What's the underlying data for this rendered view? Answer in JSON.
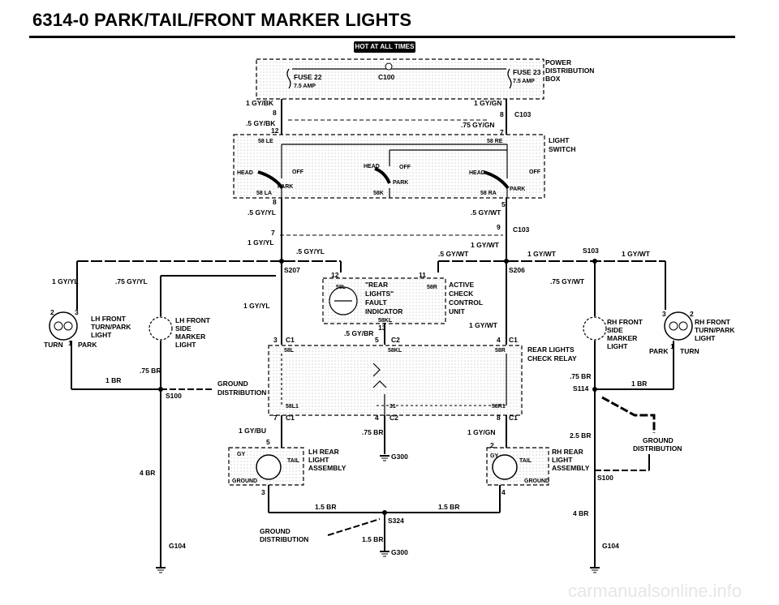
{
  "title": "6314-0   PARK/TAIL/FRONT MARKER LIGHTS",
  "hot_label": "HOT AT ALL TIMES",
  "watermark": "carmanualsonline.info",
  "labels": {
    "power_dist": "POWER",
    "power_dist2": "DISTRIBUTION",
    "power_dist3": "BOX",
    "fuse22": "FUSE 22",
    "fuse22_amp": "7.5 AMP",
    "c100": "C100",
    "fuse23": "FUSE 23",
    "fuse23_amp": "7.5 AMP",
    "gybk1": "1 GY/BK",
    "gygn1": "1 GY/GN",
    "pin8a": "8",
    "pin8b": "8",
    "c103a": "C103",
    "gybk5": ".5 GY/BK",
    "gygn75": ".75 GY/GN",
    "pin12": "12",
    "pin7": "7",
    "s58le": "58 LE",
    "s58re": "58 RE",
    "light_switch": "LIGHT",
    "light_switch2": "SWITCH",
    "head_l": "HEAD",
    "off_l": "OFF",
    "park_l": "PARK",
    "head_c": "HEAD",
    "off_c": "OFF",
    "park_c": "PARK",
    "head_r": "HEAD",
    "off_r": "OFF",
    "park_r": "PARK",
    "s58la": "58 LA",
    "s58k": "58K",
    "s58ra": "58 RA",
    "pin8c": "8",
    "pin5": "5",
    "gyyl5": ".5 GY/YL",
    "gywt5": ".5 GY/WT",
    "pin7b": "7",
    "pin9": "9",
    "c103b": "C103",
    "gyyl1": "1 GY/YL",
    "gywt1": "1 GY/WT",
    "gyyl5b": ".5 GY/YL",
    "gywt5b": ".5 GY/WT",
    "gywt1b": "1 GY/WT",
    "s103": "S103",
    "gywt1c": "1 GY/WT",
    "gyyl1l": "1 GY/YL",
    "gyyl75": ".75 GY/YL",
    "s207": "S207",
    "s206": "S206",
    "gywt75": ".75 GY/WT",
    "pin12b": "12",
    "pin11": "11",
    "s58l": "58L",
    "s58r": "58R",
    "rear_lights": "\"REAR",
    "rear_lights2": "LIGHTS\"",
    "rear_lights3": "FAULT",
    "rear_lights4": "INDICATOR",
    "s58kl": "58KL",
    "active1": "ACTIVE",
    "active2": "CHECK",
    "active3": "CONTROL",
    "active4": "UNIT",
    "gyyl1c": "1 GY/YL",
    "gywt1d": "1 GY/WT",
    "pin13": "13",
    "gybr5": ".5 GY/BR",
    "pin5b": "5",
    "lh_front1": "LH FRONT",
    "lh_front2": "TURN/PARK",
    "lh_front3": "LIGHT",
    "lh_side1": "LH FRONT",
    "lh_side2": "SIDE",
    "lh_side3": "MARKER",
    "lh_side4": "LIGHT",
    "rh_side1": "RH FRONT",
    "rh_side2": "SIDE",
    "rh_side3": "MARKER",
    "rh_side4": "LIGHT",
    "rh_front1": "RH FRONT",
    "rh_front2": "TURN/PARK",
    "rh_front3": "LIGHT",
    "turn_l": "TURN",
    "park_lf": "PARK",
    "park_rf": "PARK",
    "turn_r": "TURN",
    "p2l": "2",
    "p3l": "3",
    "p1l": "1",
    "p3r": "3",
    "p2r": "2",
    "p1r": "1",
    "c1a": "C1",
    "c2a": "C2",
    "c1b": "C1",
    "p3": "3",
    "p5c": "5",
    "p4": "4",
    "s58l2": "58L",
    "s58kl2": "58KL",
    "s58r2": "58R",
    "rear_relay1": "REAR LIGHTS",
    "rear_relay2": "CHECK RELAY",
    "br75l": ".75 BR",
    "br1l": "1 BR",
    "ground_dist1": "GROUND",
    "ground_dist2": "DISTRIBUTION",
    "s100l": "S100",
    "br75r": ".75 BR",
    "br1r": "1 BR",
    "s114": "S114",
    "s58l1": "58L1",
    "s31": "31",
    "s58r1": "58R1",
    "p7": "7",
    "c1c": "C1",
    "p4b": "4",
    "c2b": "C2",
    "p8": "8",
    "c1d": "C1",
    "gybu": "1 GY/BU",
    "br75c": ".75 BR",
    "gygn1b": "1 GY/GN",
    "br25": "2.5 BR",
    "ground_dist_r1": "GROUND",
    "ground_dist_r2": "DISTRIBUTION",
    "p5d": "5",
    "p2": "2",
    "gy_l": "GY",
    "tail_l": "TAIL",
    "lh_rear1": "LH REAR",
    "lh_rear2": "LIGHT",
    "lh_rear3": "ASSEMBLY",
    "ground_lr": "GROUND",
    "g300a": "G300",
    "gy_r": "GY",
    "tail_r": "TAIL",
    "rh_rear1": "RH REAR",
    "rh_rear2": "LIGHT",
    "rh_rear3": "ASSEMBLY",
    "ground_rr": "GROUND",
    "s100r": "S100",
    "br4l": "4 BR",
    "p3c": "3",
    "p4c": "4",
    "br15a": "1.5 BR",
    "br15b": "1.5 BR",
    "s324": "S324",
    "br4r": "4 BR",
    "ground_dist_b1": "GROUND",
    "ground_dist_b2": "DISTRIBUTION",
    "br15c": "1.5 BR",
    "g104l": "G104",
    "g300b": "G300",
    "g104r": "G104"
  }
}
